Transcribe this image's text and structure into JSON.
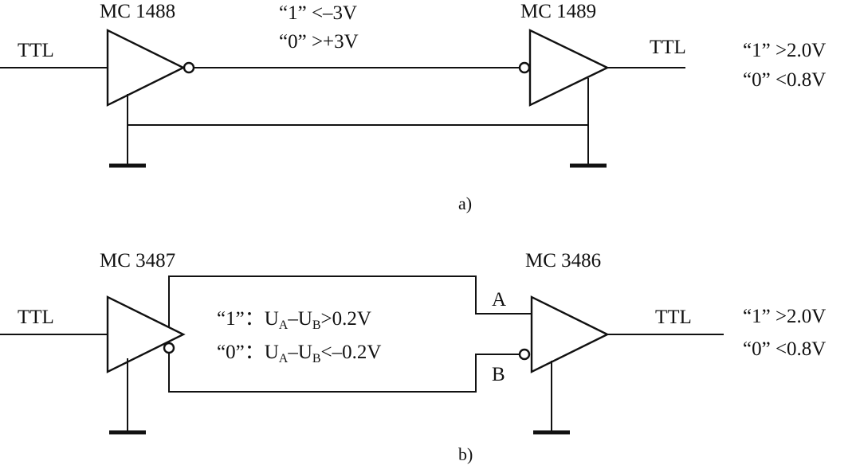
{
  "diagram_a": {
    "driver_label": "MC 1488",
    "receiver_label": "MC 1489",
    "ttl_in": "TTL",
    "ttl_out": "TTL",
    "line_one": "“1”  <–3V",
    "line_zero": "“0”  >+3V",
    "out_one": "“1”  >2.0V",
    "out_zero": "“0”  <0.8V",
    "caption": "a)"
  },
  "diagram_b": {
    "driver_label": "MC 3487",
    "receiver_label": "MC 3486",
    "ttl_in": "TTL",
    "ttl_out": "TTL",
    "one_prefix": "“1”：U",
    "zero_prefix": "“0”：U",
    "sub_a": "A",
    "sub_b": "B",
    "dash": "–U",
    "one_value": ">0.2V",
    "zero_value": "<–0.2V",
    "pin_a": "A",
    "pin_b": "B",
    "out_one": "“1”  >2.0V",
    "out_zero": "“0”  <0.8V",
    "caption": "b)"
  },
  "colors": {
    "ink": "#111111",
    "background": "#ffffff"
  }
}
